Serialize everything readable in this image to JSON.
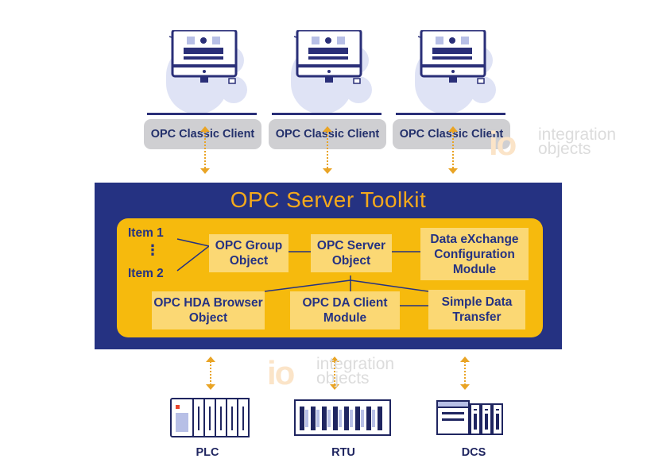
{
  "clients": [
    {
      "label": "OPC Classic Client",
      "icon": "computer-monitor-icon"
    },
    {
      "label": "OPC Classic Client",
      "icon": "computer-monitor-icon"
    },
    {
      "label": "OPC Classic Client",
      "icon": "computer-monitor-icon"
    }
  ],
  "watermark": {
    "logo_letters": "io",
    "line1": "integration",
    "line2": "objects"
  },
  "toolkit": {
    "title": "OPC Server Toolkit",
    "items": {
      "first": "Item 1",
      "ellipsis": "⋮",
      "last": "Item 2"
    },
    "modules": {
      "group_object": "OPC Group Object",
      "server_object": "OPC Server Object",
      "dx_config": "Data eXchange Configuration Module",
      "hda_browser": "OPC HDA Browser Object",
      "da_client": "OPC DA Client Module",
      "simple_transfer": "Simple Data Transfer"
    }
  },
  "devices": [
    {
      "label": "PLC",
      "icon": "plc-rack-icon"
    },
    {
      "label": "RTU",
      "icon": "rtu-rack-icon"
    },
    {
      "label": "DCS",
      "icon": "dcs-controller-icon"
    }
  ],
  "colors": {
    "navy": "#253282",
    "orange": "#f4a91c",
    "inner_yellow": "#f6ba0d",
    "module_yellow": "#fbd874",
    "client_gray": "#cfcfd2"
  }
}
